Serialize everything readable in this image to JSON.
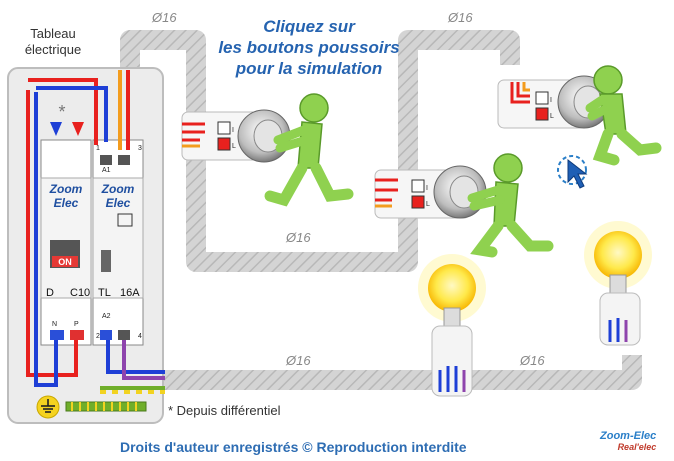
{
  "panel": {
    "title_line1": "Tableau",
    "title_line2": "électrique",
    "breaker_brand_line1": "Zoom",
    "breaker_brand_line2": "Elec",
    "breaker_state": "ON",
    "breaker_label_left": "D",
    "breaker_label_right": "C10",
    "relay_brand_line1": "Zoom",
    "relay_brand_line2": "Elec",
    "relay_label_left": "TL",
    "relay_label_right": "16A",
    "terminal_n": "N",
    "terminal_p": "P",
    "terminal_1": "1",
    "terminal_3": "3",
    "terminal_a1": "A1",
    "terminal_a2": "A2",
    "terminal_2": "2",
    "terminal_4": "4",
    "asterisk": "*",
    "earth_icon": "earth-ground-icon"
  },
  "instructions": {
    "line1": "Cliquez sur",
    "line2": "les boutons poussoirs",
    "line3": "pour la simulation"
  },
  "conduits": {
    "top_left_diameter": "Ø16",
    "top_right_diameter": "Ø16",
    "middle_diameter": "Ø16",
    "bottom_left_diameter": "Ø16",
    "bottom_right_diameter": "Ø16"
  },
  "footnote": "* Depuis différentiel",
  "copyright": "Droits d'auteur enregistrés © Reproduction interdite",
  "brand": {
    "line1": "Zoom-Elec",
    "line2": "Real'elec"
  },
  "pushbuttons": [
    {
      "name": "pushbutton-1",
      "label_i": "I",
      "label_l": "L"
    },
    {
      "name": "pushbutton-2",
      "label_i": "I",
      "label_l": "L"
    },
    {
      "name": "pushbutton-3",
      "label_i": "I",
      "label_l": "L"
    }
  ],
  "colors": {
    "phase": "#e8211e",
    "neutral": "#1e3fd6",
    "return": "#f39c1e",
    "earth": "#6fae2a",
    "conduit": "#c9c9c9",
    "instructions": "#2563b0",
    "character": "#8fd14f",
    "bulb_on": "#ffe94a"
  },
  "icons": [
    "hand-cursor-icon",
    "earth-ground-icon",
    "lightbulb-icon",
    "green-character-icon"
  ]
}
